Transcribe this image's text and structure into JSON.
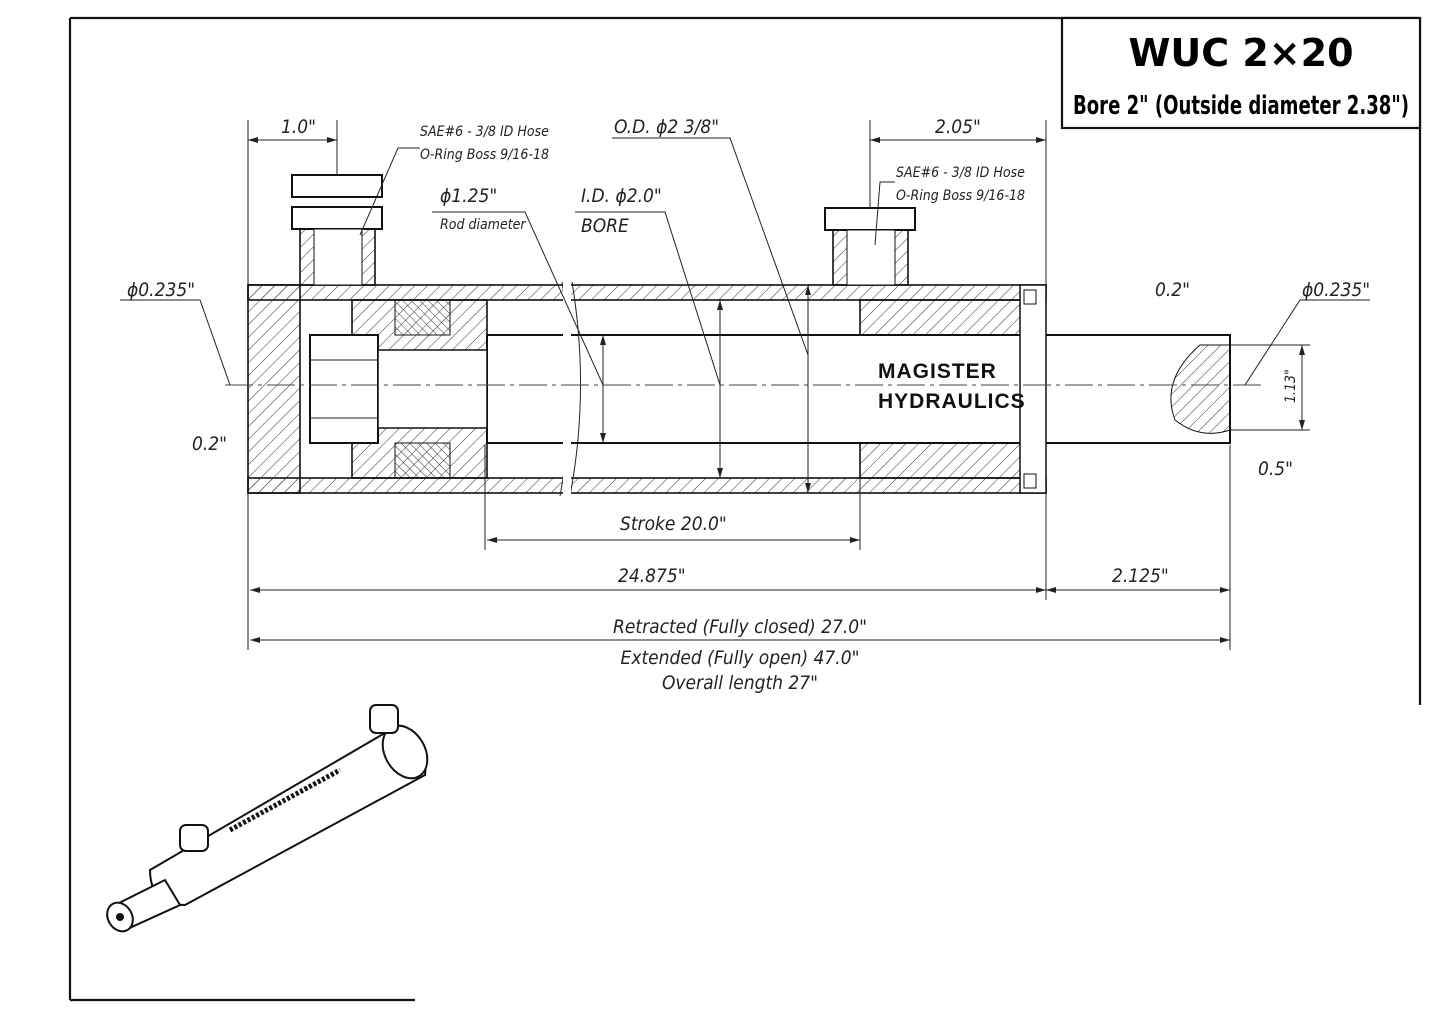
{
  "title_block": {
    "model": "WUC 2×20",
    "subtitle": "Bore 2\" (Outside diameter 2.38\")"
  },
  "brand": {
    "line1": "MAGISTER",
    "line2": "HYDRAULICS"
  },
  "dimensions": {
    "port_offset_left": "1.0\"",
    "port_offset_right": "2.05\"",
    "port_left_spec1": "SAE#6 - 3/8 ID Hose",
    "port_left_spec2": "O-Ring Boss 9/16-18",
    "port_right_spec1": "SAE#6 - 3/8 ID Hose",
    "port_right_spec2": "O-Ring Boss 9/16-18",
    "outer_diameter": "O.D. ϕ2 3/8\"",
    "rod_diameter": "ϕ1.25\"",
    "rod_diameter_label": "Rod diameter",
    "inner_diameter": "I.D. ϕ2.0\"",
    "inner_diameter_label": "BORE",
    "pin_hole_left": "ϕ0.235\"",
    "pin_hole_right": "ϕ0.235\"",
    "left_pin_offset": "0.2\"",
    "right_pin_offset": "0.2\"",
    "rod_end_width": "1.13\"",
    "rod_end_depth": "0.5\"",
    "stroke": "Stroke 20.0\"",
    "body_length": "24.875\"",
    "rod_extension": "2.125\"",
    "retracted": "Retracted (Fully closed) 27.0\"",
    "extended": "Extended (Fully open) 47.0\"",
    "overall": "Overall length 27\""
  }
}
